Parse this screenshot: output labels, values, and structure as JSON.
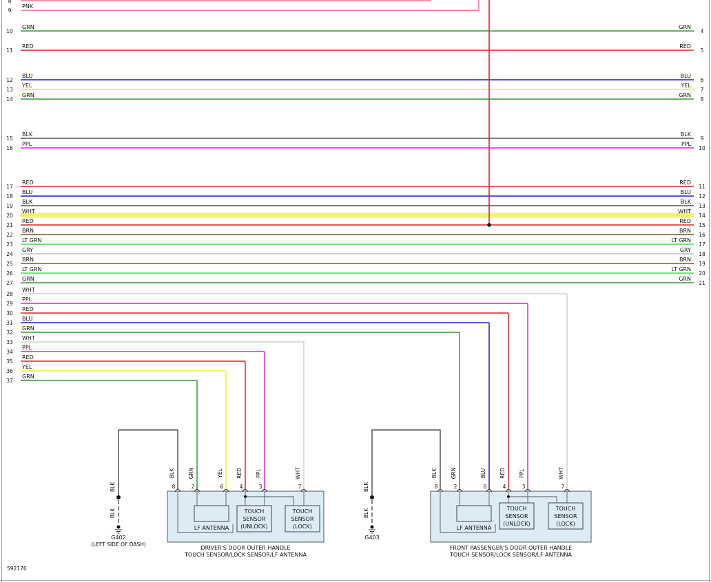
{
  "left_wires": [
    {
      "num": "8",
      "label": "",
      "color": "#f06a8a"
    },
    {
      "num": "9",
      "label": "PNK",
      "color": "#f06a8a"
    },
    {
      "num": "10",
      "label": "GRN",
      "color": "#2e9e2e"
    },
    {
      "num": "11",
      "label": "RED",
      "color": "#e02020"
    },
    {
      "num": "12",
      "label": "BLU",
      "color": "#1a1ad0"
    },
    {
      "num": "13",
      "label": "YEL",
      "color": "#f0f020"
    },
    {
      "num": "14",
      "label": "GRN",
      "color": "#2e9e2e"
    },
    {
      "num": "15",
      "label": "BLK",
      "color": "#555555"
    },
    {
      "num": "16",
      "label": "PPL",
      "color": "#e020e0"
    },
    {
      "num": "17",
      "label": "RED",
      "color": "#e02020"
    },
    {
      "num": "18",
      "label": "BLU",
      "color": "#1a1ad0"
    },
    {
      "num": "19",
      "label": "BLK",
      "color": "#555555"
    },
    {
      "num": "20",
      "label": "WHT",
      "color": "#f2f24a"
    },
    {
      "num": "21",
      "label": "RED",
      "color": "#e02020"
    },
    {
      "num": "22",
      "label": "BRN",
      "color": "#7a5a1a"
    },
    {
      "num": "23",
      "label": "LT GRN",
      "color": "#40e040"
    },
    {
      "num": "24",
      "label": "GRY",
      "color": "#bdbdbd"
    },
    {
      "num": "25",
      "label": "BRN",
      "color": "#7a5a1a"
    },
    {
      "num": "26",
      "label": "LT GRN",
      "color": "#40e040"
    },
    {
      "num": "27",
      "label": "GRN",
      "color": "#2e9e2e"
    },
    {
      "num": "28",
      "label": "WHT",
      "color": "#cfcfcf"
    },
    {
      "num": "29",
      "label": "PPL",
      "color": "#e020e0"
    },
    {
      "num": "30",
      "label": "RED",
      "color": "#e02020"
    },
    {
      "num": "31",
      "label": "BLU",
      "color": "#1a1ad0"
    },
    {
      "num": "32",
      "label": "GRN",
      "color": "#2e9e2e"
    },
    {
      "num": "33",
      "label": "WHT",
      "color": "#cfcfcf"
    },
    {
      "num": "34",
      "label": "PPL",
      "color": "#e020e0"
    },
    {
      "num": "35",
      "label": "RED",
      "color": "#e02020"
    },
    {
      "num": "36",
      "label": "YEL",
      "color": "#f0f020"
    },
    {
      "num": "37",
      "label": "GRN",
      "color": "#2e9e2e"
    }
  ],
  "right_pins": [
    {
      "wire": "10",
      "num": "4",
      "label": "GRN"
    },
    {
      "wire": "11",
      "num": "5",
      "label": "RED"
    },
    {
      "wire": "12",
      "num": "6",
      "label": "BLU"
    },
    {
      "wire": "13",
      "num": "7",
      "label": "YEL"
    },
    {
      "wire": "14",
      "num": "8",
      "label": "GRN"
    },
    {
      "wire": "15",
      "num": "9",
      "label": "BLK"
    },
    {
      "wire": "16",
      "num": "10",
      "label": "PPL"
    },
    {
      "wire": "17",
      "num": "11",
      "label": "RED"
    },
    {
      "wire": "18",
      "num": "12",
      "label": "BLU"
    },
    {
      "wire": "19",
      "num": "13",
      "label": "BLK"
    },
    {
      "wire": "20",
      "num": "14",
      "label": "WHT"
    },
    {
      "wire": "21",
      "num": "15",
      "label": "RED"
    },
    {
      "wire": "22",
      "num": "16",
      "label": "BRN"
    },
    {
      "wire": "23",
      "num": "17",
      "label": "LT GRN"
    },
    {
      "wire": "24",
      "num": "18",
      "label": "GRY"
    },
    {
      "wire": "25",
      "num": "19",
      "label": "BRN"
    },
    {
      "wire": "26",
      "num": "20",
      "label": "LT GRN"
    },
    {
      "wire": "27",
      "num": "21",
      "label": "GRN"
    }
  ],
  "drivers_module": {
    "title_line1": "DRIVER'S DOOR OUTER HANDLE",
    "title_line2": "TOUCH SENSOR/LOCK SENSOR/LF ANTENNA",
    "pins": [
      {
        "num": "8",
        "label": "BLK"
      },
      {
        "num": "2",
        "label": "GRN"
      },
      {
        "num": "6",
        "label": "YEL"
      },
      {
        "num": "4",
        "label": "RED"
      },
      {
        "num": "3",
        "label": "PPL"
      },
      {
        "num": "7",
        "label": "WHT"
      }
    ],
    "antenna_label": "LF ANTENNA",
    "unlock_label": [
      "TOUCH",
      "SENSOR",
      "(UNLOCK)"
    ],
    "lock_label": [
      "TOUCH",
      "SENSOR",
      "(LOCK)"
    ]
  },
  "passenger_module": {
    "title_line1": "FRONT PASSENGER'S DOOR OUTER HANDLE",
    "title_line2": "TOUCH SENSOR/LOCK SENSOR/LF ANTENNA",
    "pins": [
      {
        "num": "8",
        "label": "BLK"
      },
      {
        "num": "2",
        "label": "GRN"
      },
      {
        "num": "6",
        "label": "BLU"
      },
      {
        "num": "4",
        "label": "RED"
      },
      {
        "num": "3",
        "label": "PPL"
      },
      {
        "num": "7",
        "label": "WHT"
      }
    ],
    "antenna_label": "LF ANTENNA",
    "unlock_label": [
      "TOUCH",
      "SENSOR",
      "(UNLOCK)"
    ],
    "lock_label": [
      "TOUCH",
      "SENSOR",
      "(LOCK)"
    ]
  },
  "ground_left": {
    "wire_upper": "BLK",
    "wire_lower": "BLK",
    "name": "G402",
    "location": "(LEFT SIDE OF DASH)"
  },
  "ground_right": {
    "wire_upper": "BLK",
    "wire_lower": "BLK",
    "name": "G403"
  },
  "diagram_id": "592176"
}
